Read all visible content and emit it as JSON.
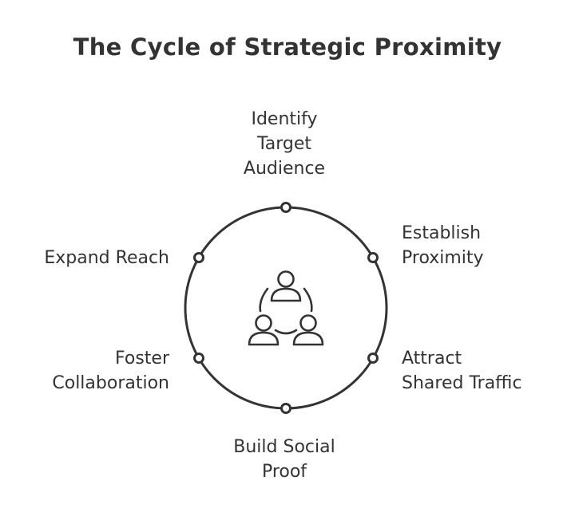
{
  "title": "The Cycle of Strategic Proximity",
  "steps": {
    "identify": {
      "line1": "Identify",
      "line2": "Target",
      "line3": "Audience"
    },
    "establish": {
      "line1": "Establish",
      "line2": "Proximity"
    },
    "attract": {
      "line1": "Attract",
      "line2": "Shared Traffic"
    },
    "build": {
      "line1": "Build Social",
      "line2": "Proof"
    },
    "foster": {
      "line1": "Foster",
      "line2": "Collaboration"
    },
    "expand": {
      "line1": "Expand Reach"
    }
  },
  "center_icon": "team-people-icon",
  "colors": {
    "stroke": "#333333",
    "background": "#ffffff"
  }
}
